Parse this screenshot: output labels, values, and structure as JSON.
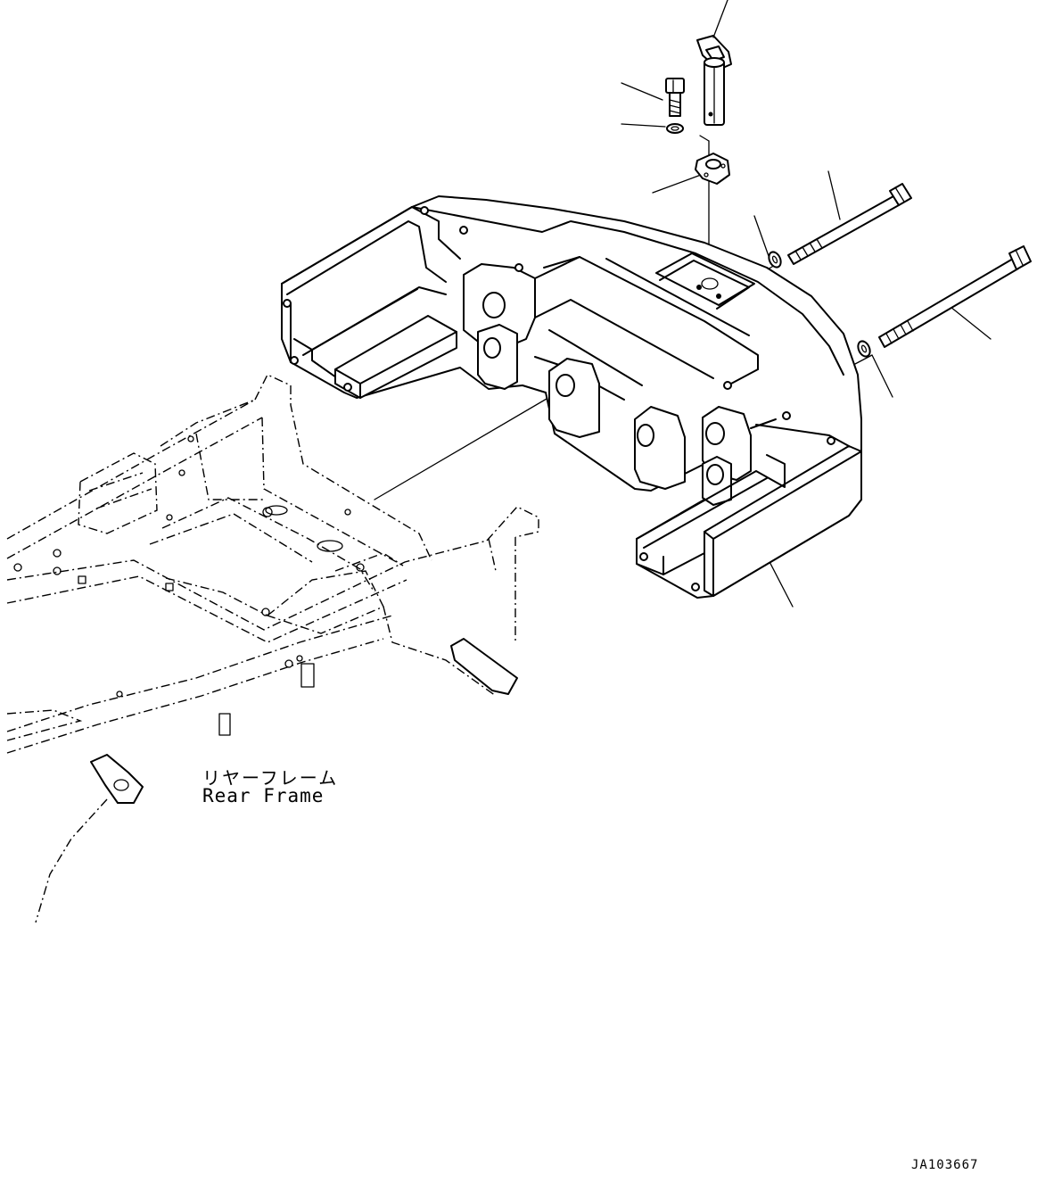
{
  "labels": {
    "rear_frame_jp": "リヤーフレーム",
    "rear_frame_en": "Rear Frame",
    "drawing_code": "JA103667"
  },
  "colors": {
    "line": "#000000",
    "background": "#ffffff"
  }
}
